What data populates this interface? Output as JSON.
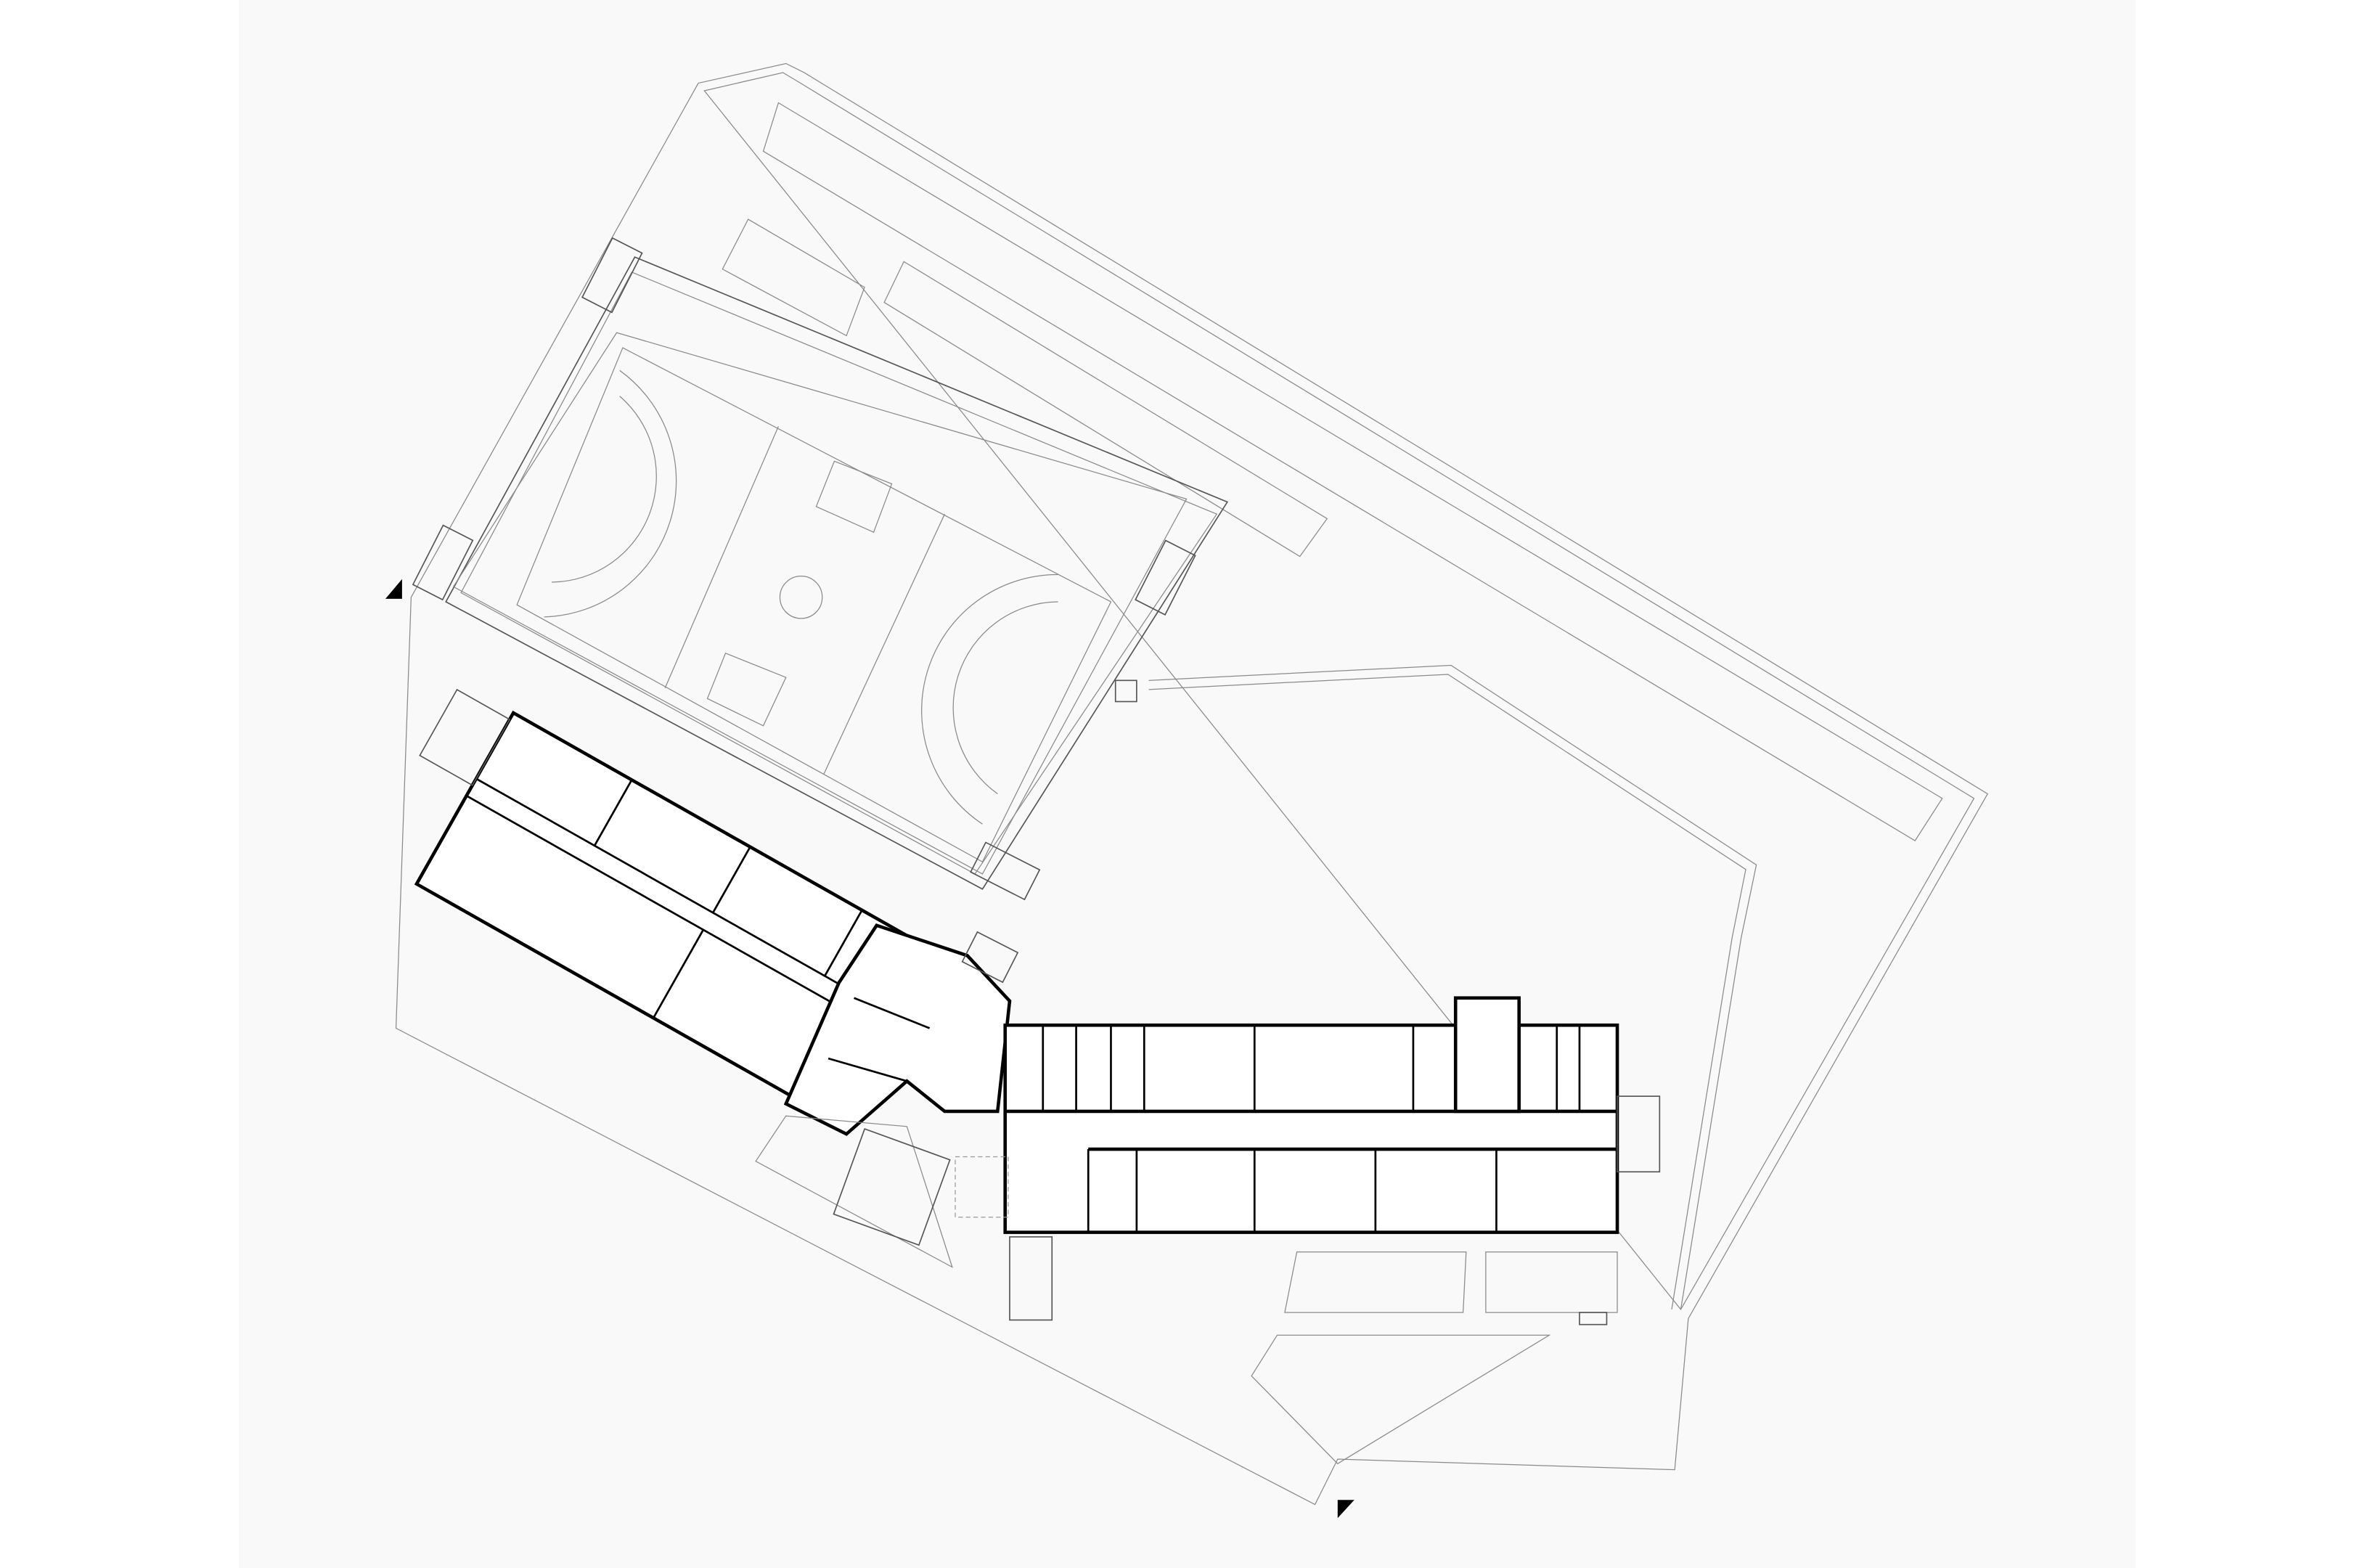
{
  "drawing": {
    "type": "site floor plan",
    "colors": {
      "page_background": "#ffffff",
      "sheet_background": "#f9f9f9",
      "wall_color": "#000000",
      "site_line_color": "#8a8a8a"
    },
    "markers": [
      "entrance-arrow",
      "entrance-arrow"
    ]
  }
}
